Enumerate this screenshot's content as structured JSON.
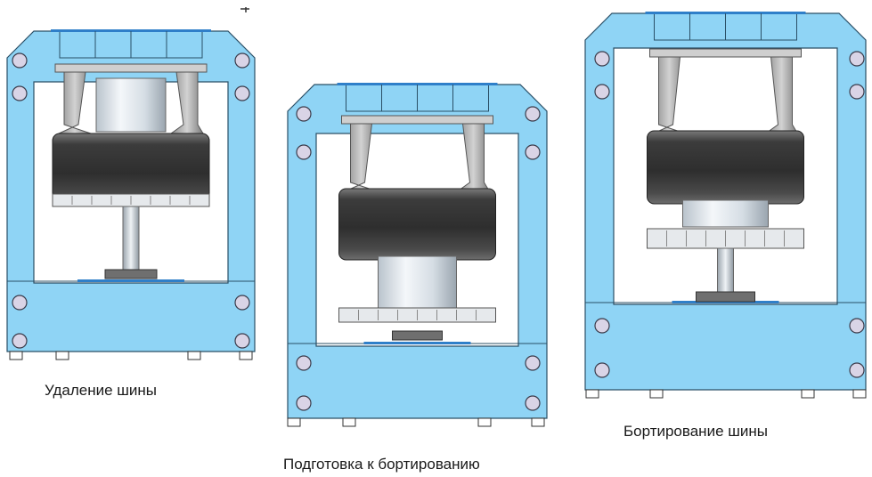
{
  "captions": {
    "removal": "Удаление шины",
    "prep": "Подготовка к бортированию",
    "beading": "Бортирование шины"
  },
  "colors": {
    "frame": "#8fd4f5",
    "frame_stroke": "#2a4f66",
    "bolt": "#d9d4e6",
    "tire_dark": "#3f3f3f",
    "tire_mid": "#6a6a6a",
    "cylinder": "#dfe8ef",
    "arm": "#9a9a9a",
    "plate_blue": "#2f7fc9",
    "rim": "#e6e9ec"
  },
  "panels": [
    {
      "name": "removal",
      "stage": "tire-removal"
    },
    {
      "name": "prep",
      "stage": "preparation-for-beading"
    },
    {
      "name": "beading",
      "stage": "tire-beading"
    }
  ]
}
